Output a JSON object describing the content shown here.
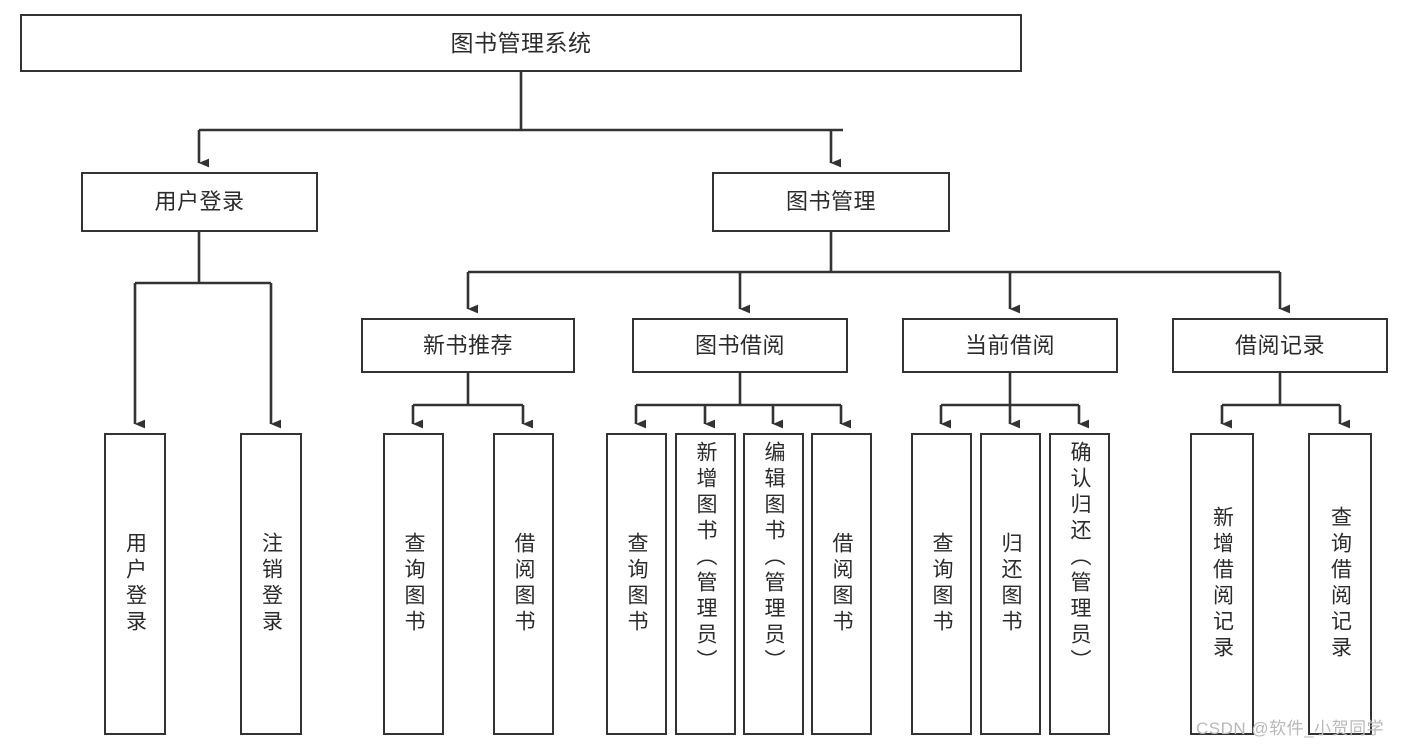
{
  "diagram": {
    "type": "tree-hierarchy-chart",
    "title": "图书管理系统",
    "colors": {
      "background": "#ffffff",
      "box_border": "#333333",
      "box_fill": "#ffffff",
      "text": "#2b2b2b",
      "connector": "#333333",
      "watermark": "#b9b9b9"
    },
    "nodes": {
      "root": {
        "label": "图书管理系统",
        "level": 0
      },
      "level1": [
        {
          "id": "user-login",
          "label": "用户登录"
        },
        {
          "id": "book-management",
          "label": "图书管理"
        }
      ],
      "level2": [
        {
          "id": "new-book-recommend",
          "label": "新书推荐",
          "parent": "book-management"
        },
        {
          "id": "book-borrow",
          "label": "图书借阅",
          "parent": "book-management"
        },
        {
          "id": "current-borrow",
          "label": "当前借阅",
          "parent": "book-management"
        },
        {
          "id": "borrow-record",
          "label": "借阅记录",
          "parent": "book-management"
        }
      ],
      "leaves": [
        {
          "id": "leaf-user-login",
          "label": "用户登录",
          "parent": "user-login"
        },
        {
          "id": "leaf-logout",
          "label": "注销登录",
          "parent": "user-login"
        },
        {
          "id": "leaf-query-book-1",
          "label": "查询图书",
          "parent": "new-book-recommend"
        },
        {
          "id": "leaf-borrow-book-1",
          "label": "借阅图书",
          "parent": "new-book-recommend"
        },
        {
          "id": "leaf-query-book-2",
          "label": "查询图书",
          "parent": "book-borrow"
        },
        {
          "id": "leaf-add-book",
          "label": "新增图书（管理员）",
          "parent": "book-borrow"
        },
        {
          "id": "leaf-edit-book",
          "label": "编辑图书（管理员）",
          "parent": "book-borrow"
        },
        {
          "id": "leaf-borrow-book-2",
          "label": "借阅图书",
          "parent": "book-borrow"
        },
        {
          "id": "leaf-query-book-3",
          "label": "查询图书",
          "parent": "current-borrow"
        },
        {
          "id": "leaf-return-book",
          "label": "归还图书",
          "parent": "current-borrow"
        },
        {
          "id": "leaf-confirm-return",
          "label": "确认归还（管理员）",
          "parent": "current-borrow"
        },
        {
          "id": "leaf-add-record",
          "label": "新增借阅记录",
          "parent": "borrow-record"
        },
        {
          "id": "leaf-query-record",
          "label": "查询借阅记录",
          "parent": "borrow-record"
        }
      ]
    }
  },
  "watermark": {
    "text": "CSDN @软件_小贺同学"
  }
}
